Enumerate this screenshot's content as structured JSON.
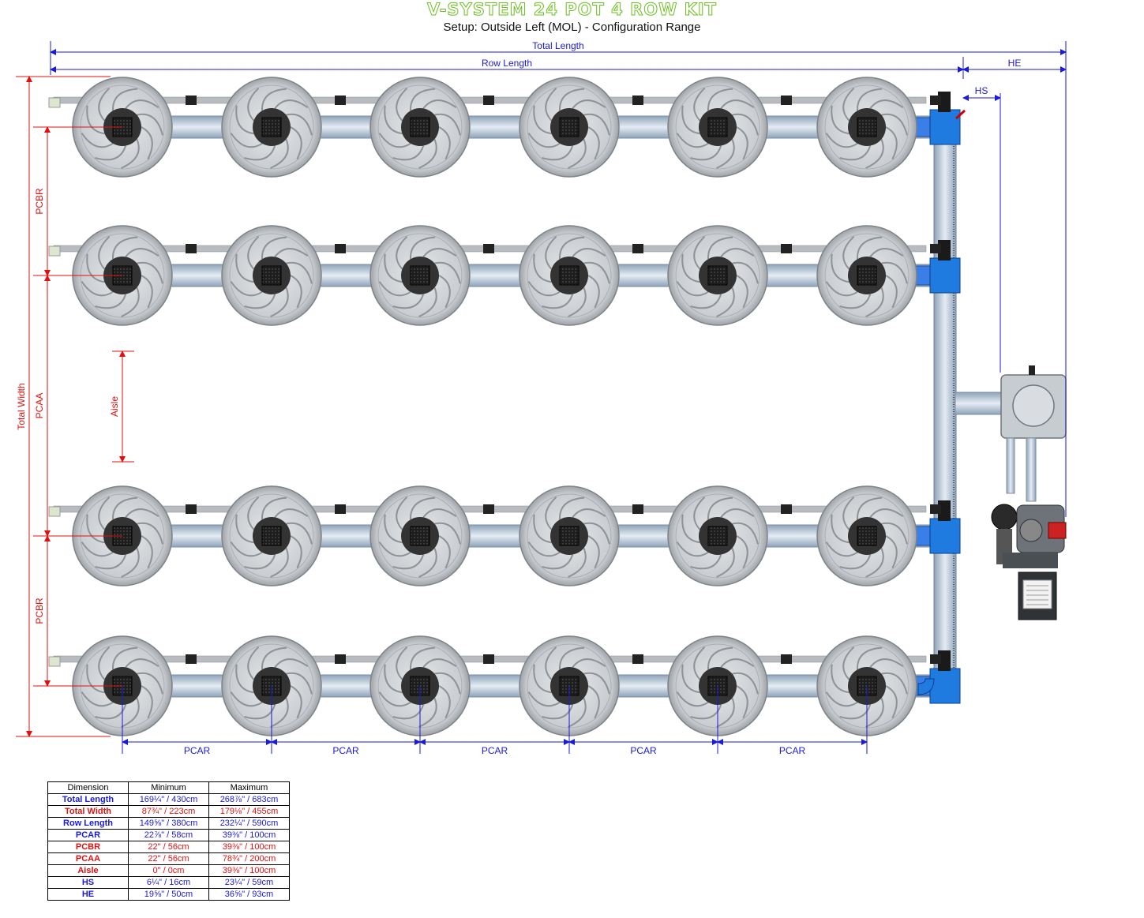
{
  "title": "V-SYSTEM 24 POT 4 ROW KIT",
  "subtitle": "Setup: Outside Left (MOL) - Configuration Range",
  "labels": {
    "total_length": "Total Length",
    "row_length": "Row Length",
    "he": "HE",
    "hs": "HS",
    "total_width": "Total Width",
    "pcbr": "PCBR",
    "pcaa": "PCAA",
    "aisle": "Aisle",
    "pcar": "PCAR"
  },
  "colors": {
    "title_green": "#6abf1e",
    "blue_dim": "#1a1adb",
    "red_dim": "#e01010",
    "pipe_blue": "#1f7be0"
  },
  "layout": {
    "rows": 4,
    "pots_per_row": 6
  },
  "table": {
    "headers": [
      "Dimension",
      "Minimum",
      "Maximum"
    ],
    "rows": [
      {
        "name": "Total Length",
        "min": "169¼\" / 430cm",
        "max": "268⅞\" / 683cm",
        "color": "blue"
      },
      {
        "name": "Total Width",
        "min": "87¾\" / 223cm",
        "max": "179⅛\" / 455cm",
        "color": "red"
      },
      {
        "name": "Row Length",
        "min": "149⅝\" / 380cm",
        "max": "232¼\" / 590cm",
        "color": "blue"
      },
      {
        "name": "PCAR",
        "min": "22⅞\" / 58cm",
        "max": "39⅜\" / 100cm",
        "color": "blue"
      },
      {
        "name": "PCBR",
        "min": "22\" / 56cm",
        "max": "39⅜\" / 100cm",
        "color": "red"
      },
      {
        "name": "PCAA",
        "min": "22\" / 56cm",
        "max": "78¾\" / 200cm",
        "color": "red"
      },
      {
        "name": "Aisle",
        "min": "0\" / 0cm",
        "max": "39⅜\" / 100cm",
        "color": "red"
      },
      {
        "name": "HS",
        "min": "6¼\" / 16cm",
        "max": "23¼\" / 59cm",
        "color": "blue"
      },
      {
        "name": "HE",
        "min": "19⅝\" / 50cm",
        "max": "36⅝\" / 93cm",
        "color": "blue"
      }
    ]
  }
}
